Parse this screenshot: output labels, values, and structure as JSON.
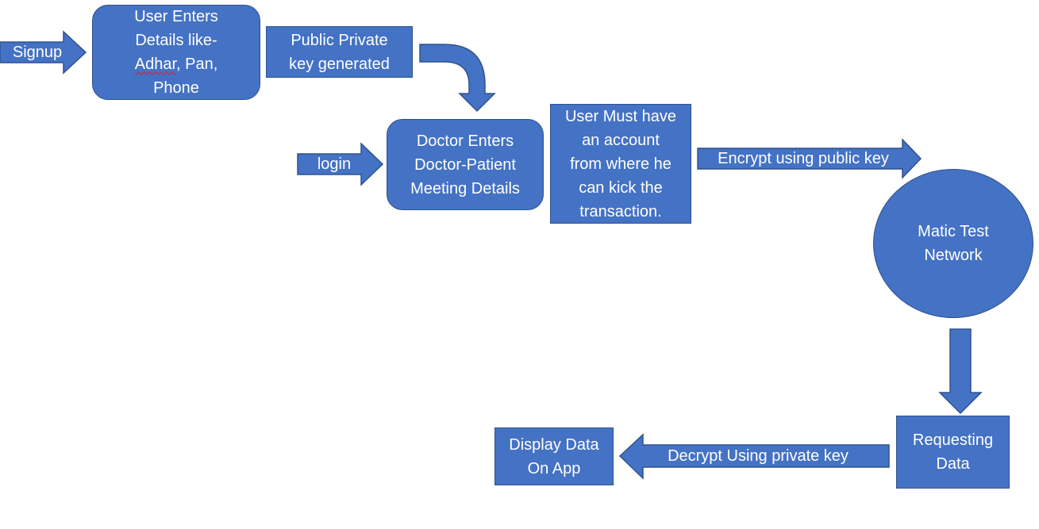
{
  "colors": {
    "fill": "#4472C4",
    "stroke": "#2F528F",
    "text": "#ffffff",
    "spellcheck_underline": "#e0202a"
  },
  "nodes": {
    "user_details": {
      "lines": [
        "User Enters",
        "Details like-",
        "Adhar, Pan,",
        "Phone"
      ],
      "misspelled_word": "Adhar"
    },
    "keys_generated": {
      "lines": [
        "Public Private",
        "key generated"
      ]
    },
    "doctor_enters": {
      "lines": [
        "Doctor Enters",
        "Doctor-Patient",
        "Meeting Details"
      ]
    },
    "user_account": {
      "lines": [
        "User Must have",
        "an account",
        "from where he",
        "can kick the",
        "transaction."
      ]
    },
    "matic_network": {
      "lines": [
        "Matic Test",
        "Network"
      ]
    },
    "requesting_data": {
      "lines": [
        "Requesting",
        "Data"
      ]
    },
    "display_data": {
      "lines": [
        "Display Data",
        "On App"
      ]
    }
  },
  "arrows": {
    "signup": "Signup",
    "login": "login",
    "encrypt": "Encrypt using public key",
    "decrypt": "Decrypt Using private key"
  }
}
